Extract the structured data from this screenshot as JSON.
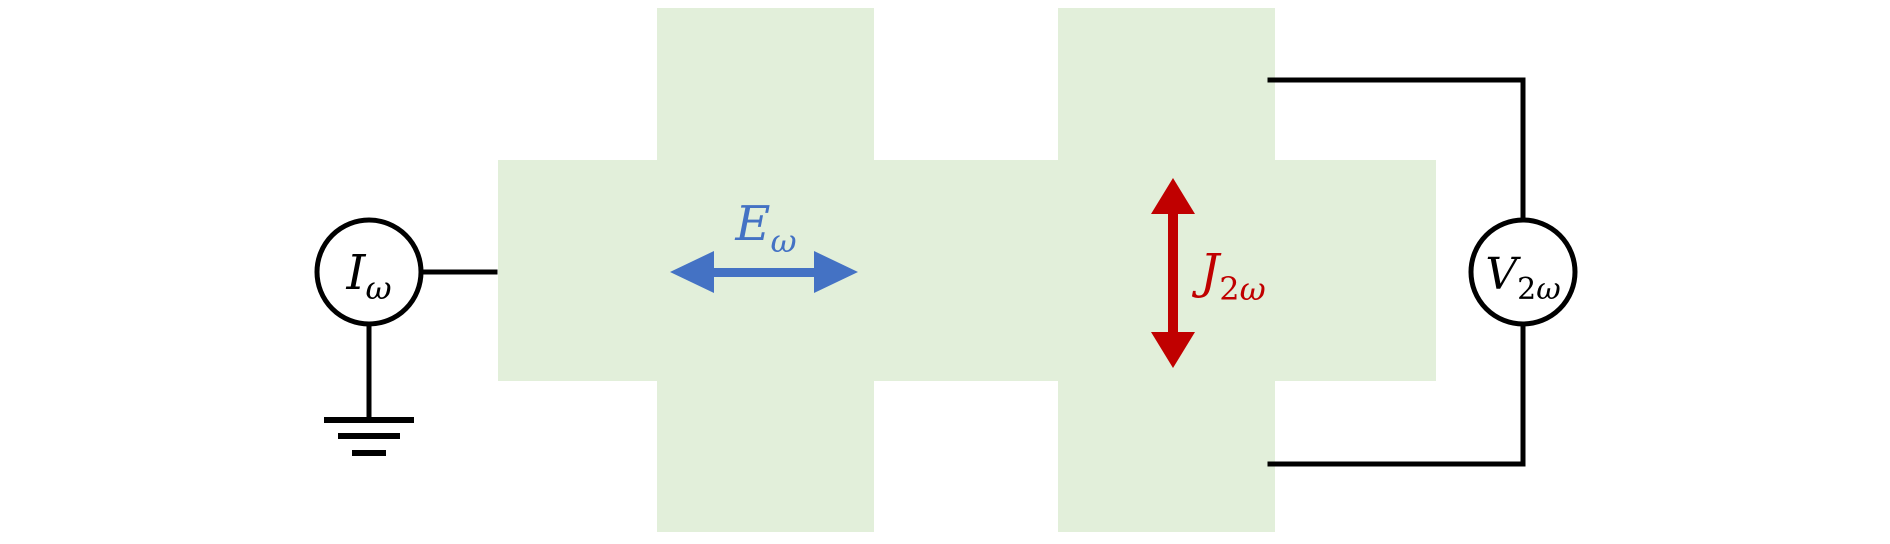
{
  "colors": {
    "device_fill": "#e2efda",
    "wire": "#000000",
    "e_field": "#4472c4",
    "j_current": "#c00000",
    "background": "#ffffff"
  },
  "source": {
    "symbol": "I",
    "subscript": "ω"
  },
  "voltmeter": {
    "symbol": "V",
    "subscript_number": "2",
    "subscript_greek": "ω"
  },
  "e_field": {
    "symbol": "E",
    "subscript": "ω"
  },
  "j_current": {
    "symbol": "J",
    "subscript_number": "2",
    "subscript_greek": "ω"
  },
  "icons": {
    "ground": "ground-symbol-icon",
    "e_arrow": "double-headed-horizontal-arrow-icon",
    "j_arrow": "double-headed-vertical-arrow-icon"
  }
}
